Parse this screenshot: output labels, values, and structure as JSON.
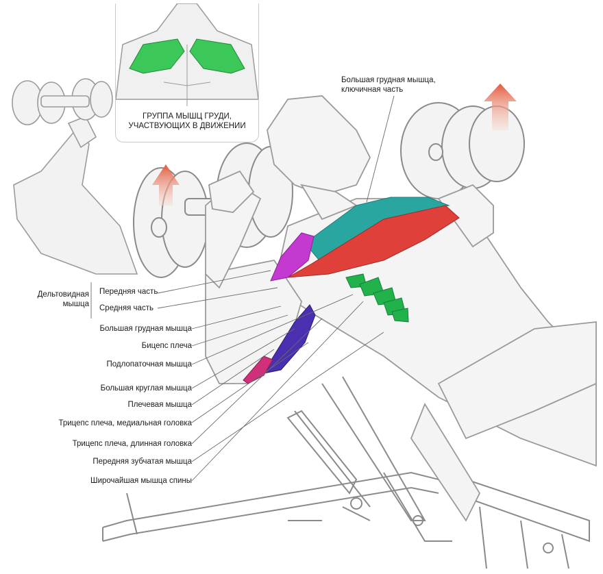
{
  "inset": {
    "caption_line1": "ГРУППА МЫШЦ ГРУДИ,",
    "caption_line2": "УЧАСТВУЮЩИХ В ДВИЖЕНИИ"
  },
  "top_label": {
    "line1": "Большая грудная мышца,",
    "line2": "ключичная часть"
  },
  "deltoid": {
    "group_line1": "Дельтовидная",
    "group_line2": "мышца",
    "front": "Передняя часть",
    "middle": "Средняя часть"
  },
  "labels": [
    "Большая грудная мышца",
    "Бицепс плеча",
    "Подлопаточная мышца",
    "Большая круглая мышца",
    "Плечевая мышца",
    "Трицепс плеча, медиальная головка",
    "Трицепс плеча, длинная головка",
    "Передняя зубчатая мышца",
    "Широчайшая мышца спины"
  ],
  "colors": {
    "pectoral_major": "#e0403a",
    "pectoral_clavicular": "#2aa6a0",
    "serratus": "#22b24c",
    "deltoid": "#c43ad0",
    "triceps": "#4a2fb0",
    "brachialis": "#d0307a",
    "arrow": "#e8765e",
    "inset_chest": "#3cc858",
    "sketch": "#8a8a8a"
  }
}
